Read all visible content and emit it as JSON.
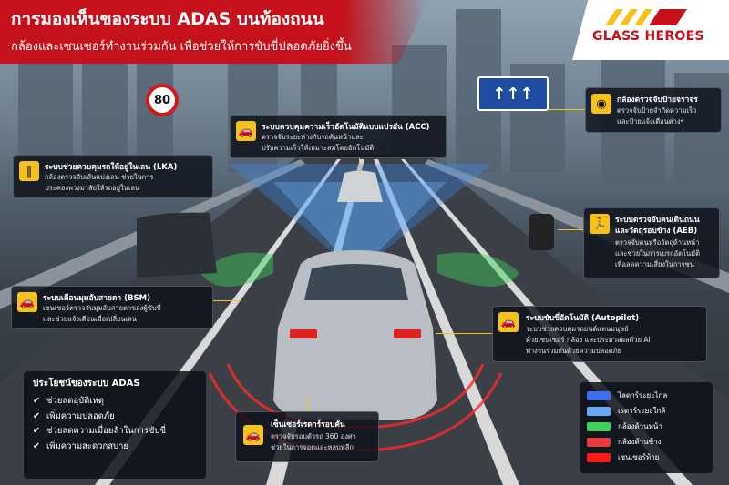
{
  "title": {
    "main": "การมองเห็นของระบบ ADAS บนท้องถนน",
    "sub": "กล้องและเซนเซอร์ทำงานร่วมกัน เพื่อช่วยให้การขับขี่ปลอดภัยยิ่งขึ้น"
  },
  "logo": {
    "text": "GLASS HEROES",
    "colors": [
      "#f5c21b",
      "#c4111b"
    ]
  },
  "signs": {
    "speed_limit": "80",
    "overhead_arrows": "↑↑↑"
  },
  "callouts": {
    "acc": {
      "title": "ระบบควบคุมความเร็วอัตโนมัติแบบแปรผัน (ACC)",
      "desc1": "ตรวจจับระยะห่างกับรถคันหน้าและ",
      "desc2": "ปรับความเร็วให้เหมาะสมโดยอัตโนมัติ",
      "icon": "car-icon"
    },
    "lka": {
      "title": "ระบบช่วยควบคุมรถให้อยู่ในเลน (LKA)",
      "desc1": "กล้องตรวจจับเส้นแบ่งเลน ช่วยในการ",
      "desc2": "ประคองพวงมาลัยให้รถอยู่ในเลน",
      "icon": "lane-icon"
    },
    "camera": {
      "title": "กล้องตรวจจับป้ายจราจร",
      "desc1": "ตรวจจับป้ายจำกัดความเร็ว",
      "desc2": "และป้ายแจ้งเตือนต่างๆ",
      "icon": "camera-icon"
    },
    "aeb": {
      "title1": "ระบบตรวจจับคนเดินถนน",
      "title2": "และวัตถุรอบข้าง (AEB)",
      "desc1": "ตรวจจับคนหรือวัตถุด้านหน้า",
      "desc2": "และช่วยในการเบรกอัตโนมัติ",
      "desc3": "เพื่อลดความเสี่ยงในการชน",
      "icon": "pedestrian-icon"
    },
    "bsm": {
      "title": "ระบบเตือนมุมอับสายตา (BSM)",
      "desc1": "เซนเซอร์ตรวจจับมุมอับสายตาของผู้ขับขี่",
      "desc2": "และช่วยแจ้งเตือนเมื่อเปลี่ยนเลน",
      "icon": "blind-spot-icon"
    },
    "autopilot": {
      "title": "ระบบขับขี่อัตโนมัติ (Autopilot)",
      "desc1": "ระบบช่วยควบคุมรถยนต์แทนมนุษย์",
      "desc2": "ด้วยเซนเซอร์ กล้อง และประมวลผลด้วย AI",
      "desc3": "ทำงานร่วมกันด้วยความปลอดภัย",
      "icon": "autopilot-icon"
    },
    "park": {
      "title": "เซ็นเซอร์เรดาร์รอบคัน",
      "desc1": "ตรวจจับรอบตัวรถ 360 องศา",
      "desc2": "ช่วยในการจอดและหลบหลีก",
      "icon": "radar-car-icon"
    }
  },
  "benefits": {
    "title": "ประโยชน์ของระบบ ADAS",
    "items": [
      "ช่วยลดอุบัติเหตุ",
      "เพิ่มความปลอดภัย",
      "ช่วยลดความเมื่อยล้าในการขับขี่",
      "เพิ่มความสะดวกสบาย"
    ]
  },
  "legend": {
    "items": [
      {
        "label": "ไลดาร์ระยะไกล",
        "color": "#3b6ff0"
      },
      {
        "label": "เรดาร์ระยะใกล้",
        "color": "#6aa8f5"
      },
      {
        "label": "กล้องด้านหน้า",
        "color": "#3fcf5a"
      },
      {
        "label": "กล้องด้านข้าง",
        "color": "#e83a3a"
      },
      {
        "label": "เซนเซอร์ท้าย",
        "color": "#ff1a1a"
      }
    ]
  }
}
